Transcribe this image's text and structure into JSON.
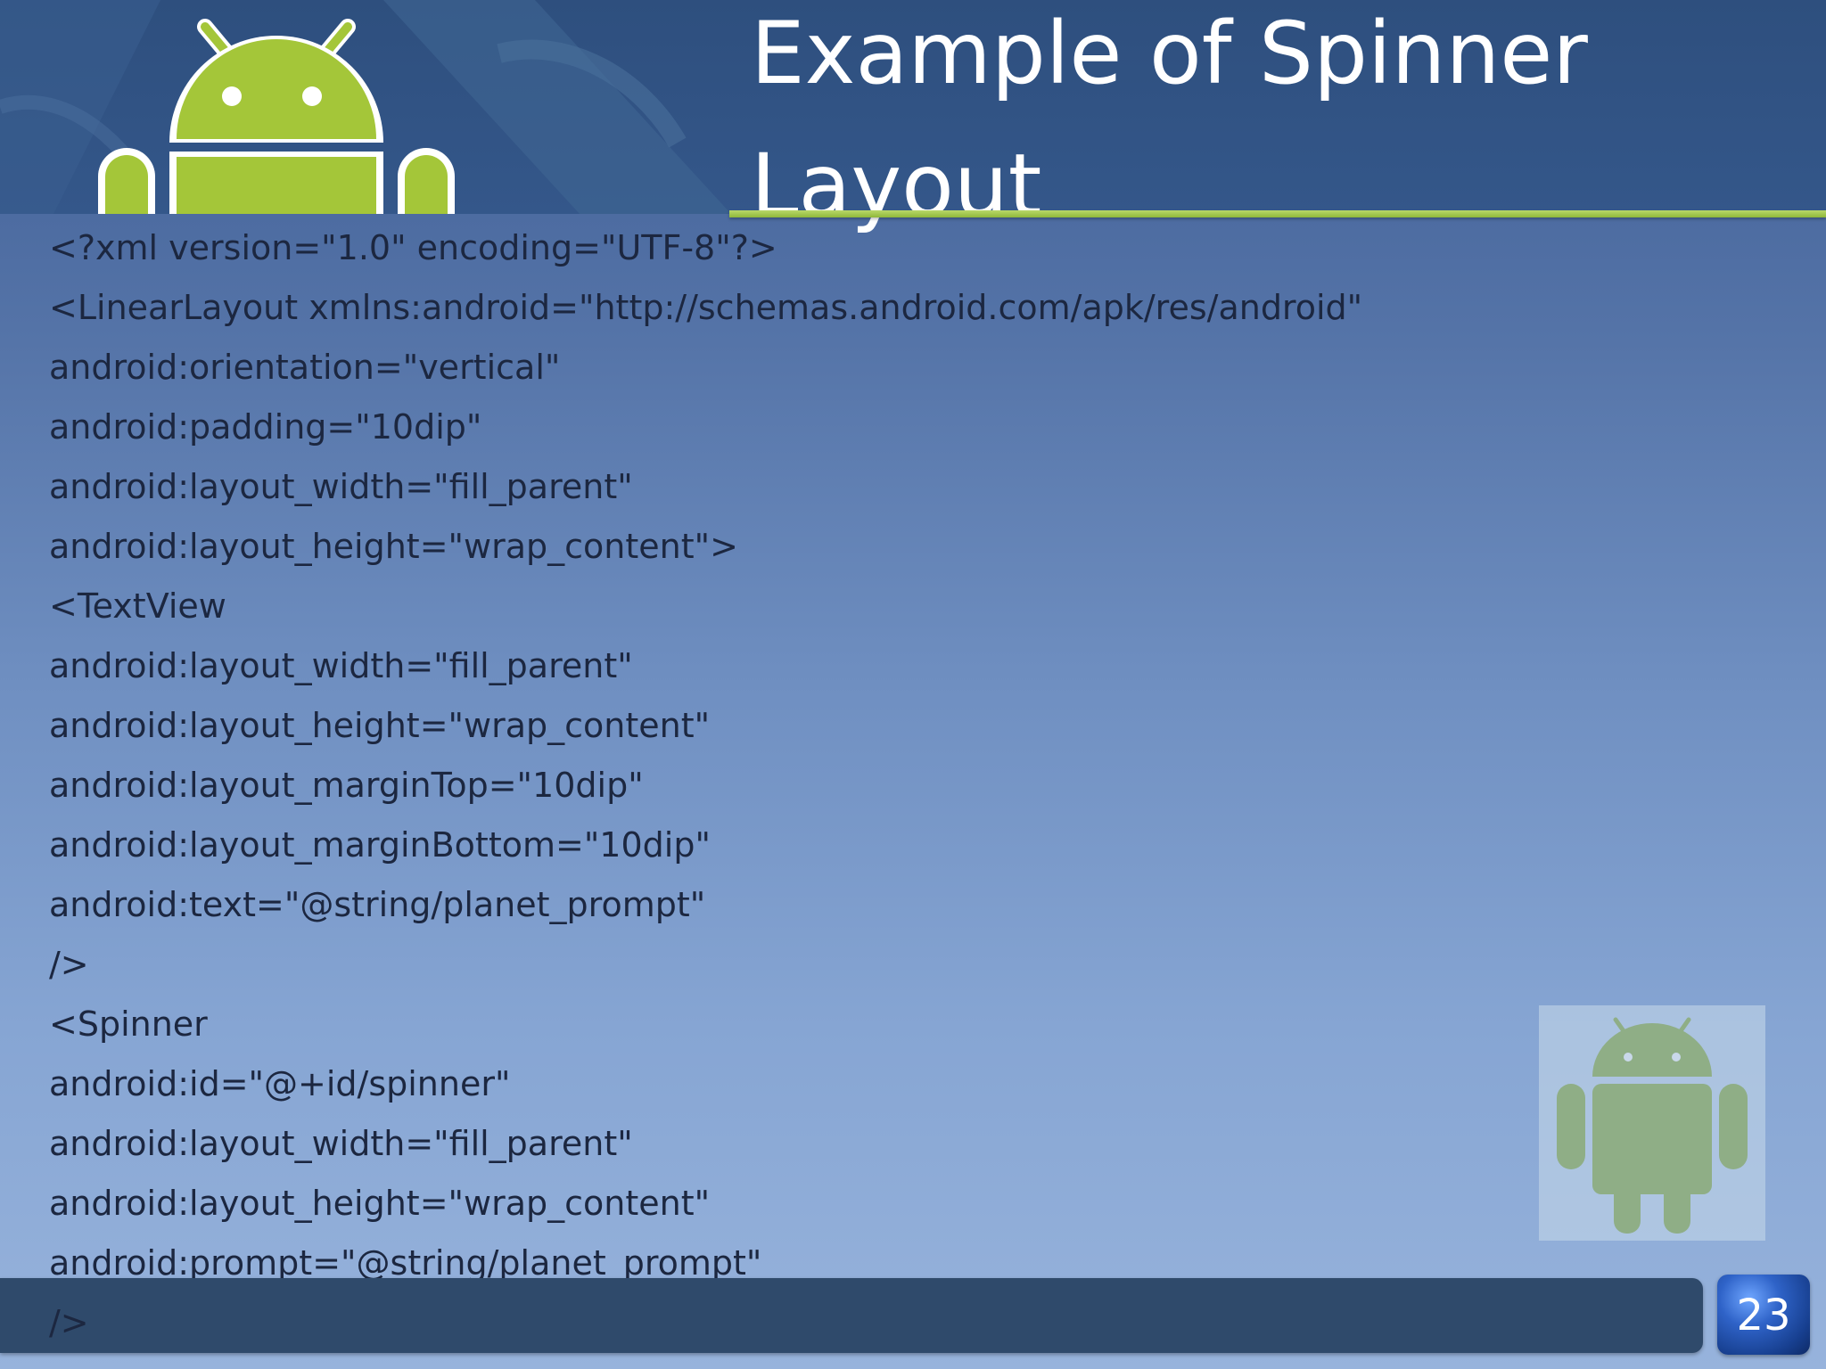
{
  "slide": {
    "title_line1": "Example of Spinner",
    "title_line2": "Layout",
    "page_number": "23"
  },
  "code_lines": [
    "<?xml version=\"1.0\" encoding=\"UTF-8\"?>",
    "<LinearLayout xmlns:android=\"http://schemas.android.com/apk/res/android\"",
    "android:orientation=\"vertical\"",
    "android:padding=\"10dip\"",
    "android:layout_width=\"fill_parent\"",
    "android:layout_height=\"wrap_content\">",
    "<TextView",
    "android:layout_width=\"fill_parent\"",
    "android:layout_height=\"wrap_content\"",
    "android:layout_marginTop=\"10dip\"",
    "android:layout_marginBottom=\"10dip\"",
    "android:text=\"@string/planet_prompt\"",
    "/>",
    "<Spinner",
    "android:id=\"@+id/spinner\"",
    "android:layout_width=\"fill_parent\"",
    "android:layout_height=\"wrap_content\"",
    "android:prompt=\"@string/planet_prompt\"",
    "/>"
  ],
  "colors": {
    "android_green": "#a4c639",
    "title_underline": "#9cc442",
    "header_bg": "#2e4f7e",
    "footer_bar": "#2f4a6b",
    "code_text": "#1c2740"
  },
  "icons": {
    "header_logo": "android-robot-icon",
    "watermark": "android-robot-icon"
  }
}
